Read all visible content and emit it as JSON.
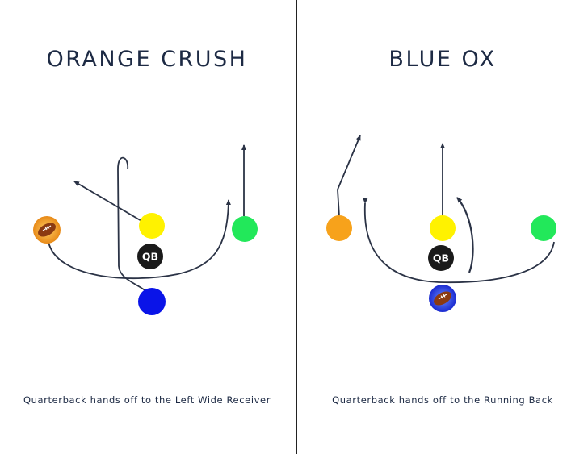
{
  "left_play": {
    "title": "ORANGE CRUSH",
    "caption": "Quarterback hands off to the Left Wide Receiver",
    "qb_label": "QB"
  },
  "right_play": {
    "title": "BLUE OX",
    "caption": "Quarterback hands off to the Running Back",
    "qb_label": "QB"
  },
  "colors": {
    "yellow": "#fff200",
    "green": "#22e85a",
    "blue": "#0a14e8",
    "orange": "#f7a21b",
    "qb": "#1a1a1a",
    "route": "#2b3346",
    "title": "#1d2a44"
  },
  "icons": [
    "football-icon"
  ]
}
